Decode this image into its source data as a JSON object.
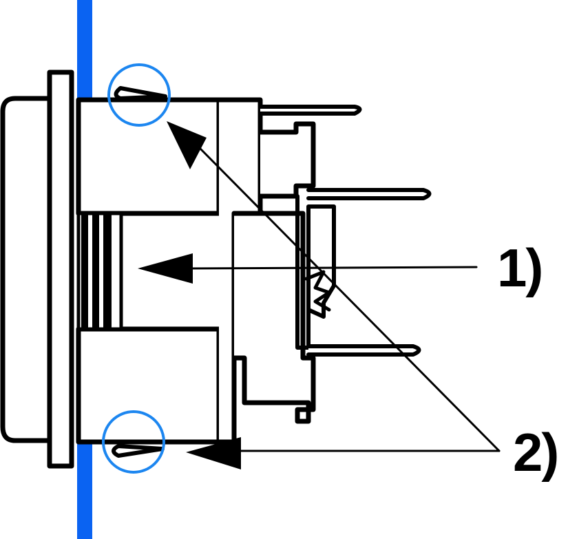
{
  "callouts": [
    {
      "id": "1",
      "label": "1)"
    },
    {
      "id": "2",
      "label": "2)"
    }
  ],
  "colors": {
    "panel_line": "#0a63f2",
    "highlight_circle": "#1c86f0",
    "drawing": "#000000",
    "background": "#ffffff"
  },
  "icons": {
    "snap_clip": "snap-clip-icon",
    "terminal_pin": "terminal-pin-icon"
  }
}
